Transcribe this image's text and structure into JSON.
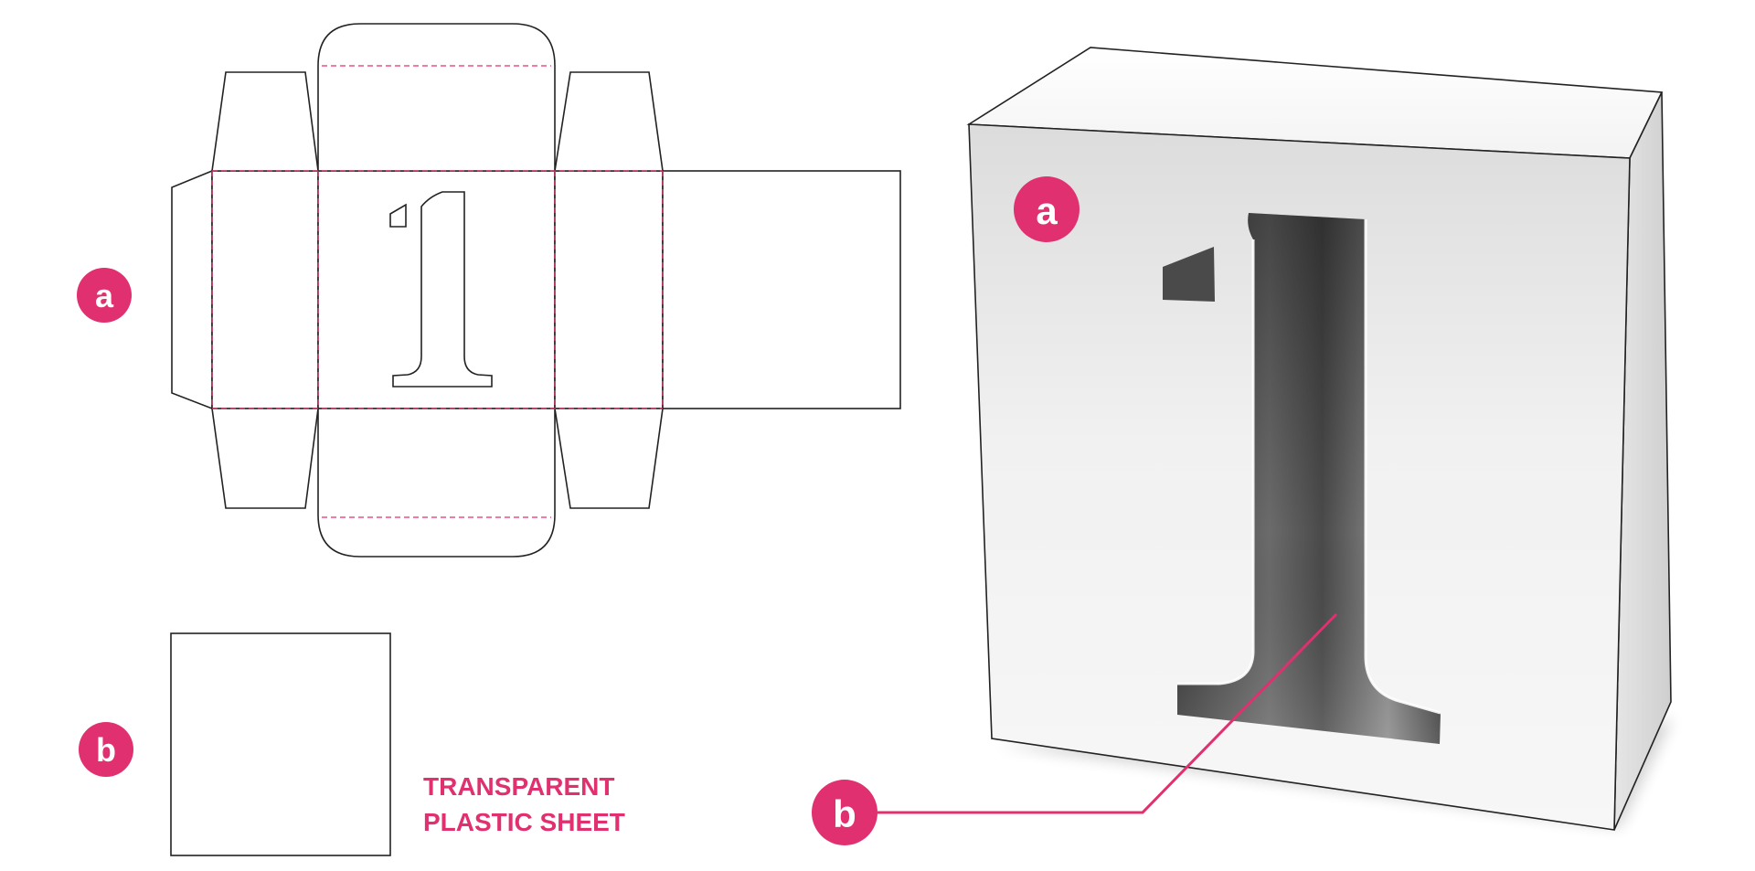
{
  "labels": {
    "a": "a",
    "b": "b"
  },
  "caption": {
    "line1": "TRANSPARENT",
    "line2": "PLASTIC SHEET"
  },
  "cutout_digit": "1",
  "colors": {
    "accent": "#e0306f",
    "cut_line": "#222222",
    "fold_line": "#e0306f",
    "window": "#5e5e5e"
  }
}
